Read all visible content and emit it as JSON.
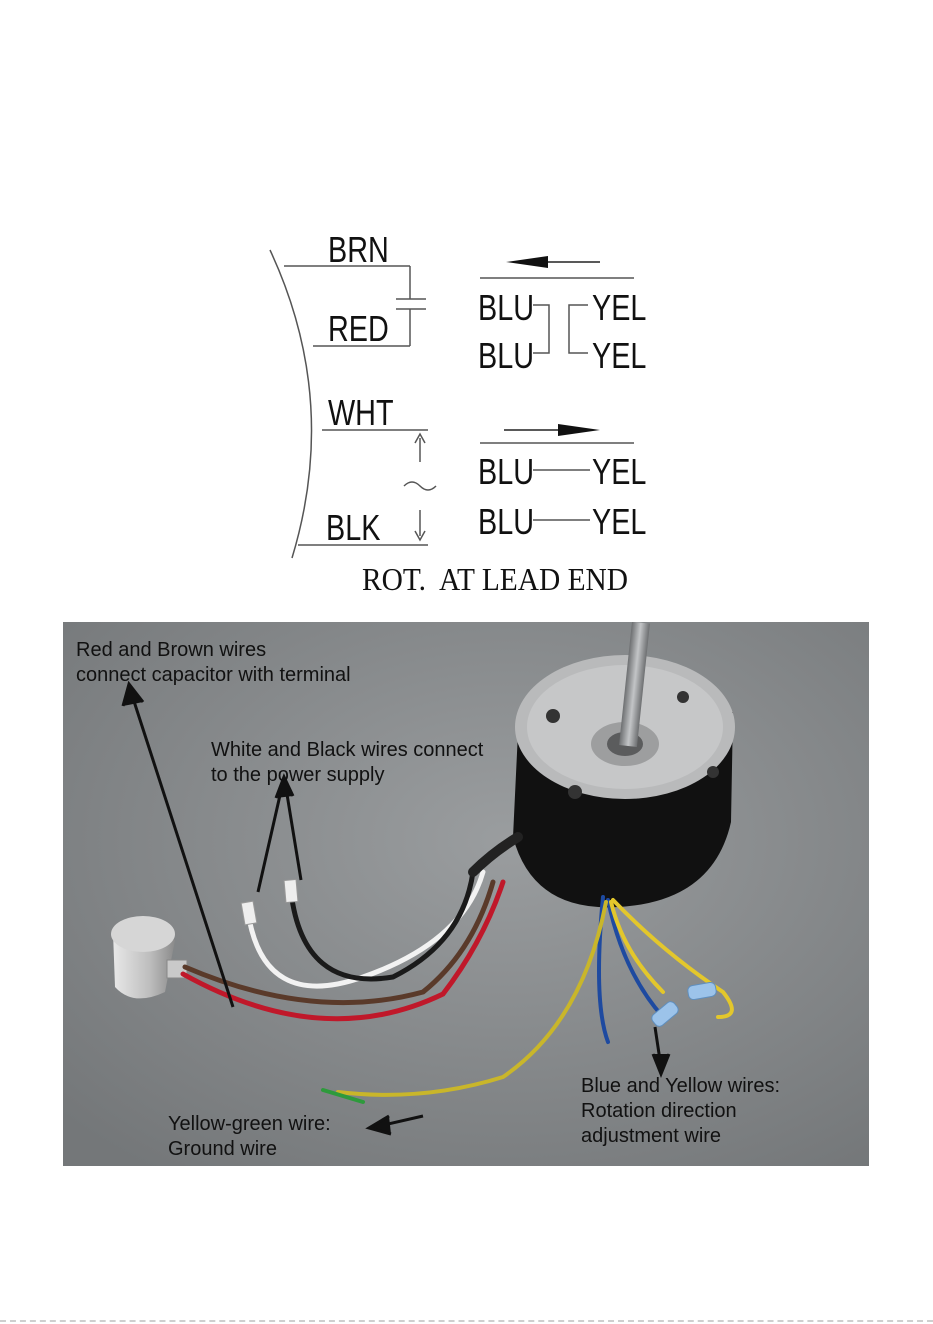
{
  "diagram": {
    "wires_left": [
      "BRN",
      "RED",
      "WHT",
      "BLK"
    ],
    "config_ccw": {
      "left": [
        "BLU",
        "BLU"
      ],
      "right": [
        "YEL",
        "YEL"
      ]
    },
    "config_cw": {
      "left": [
        "BLU",
        "BLU"
      ],
      "right": [
        "YEL",
        "YEL"
      ]
    },
    "caption": "ROT.  AT LEAD END"
  },
  "photo": {
    "annotations": [
      {
        "text": "Red and Brown wires\nconnect capacitor with terminal"
      },
      {
        "text": "White and Black wires connect\nto the power supply"
      },
      {
        "text": "Blue and Yellow wires:\nRotation direction\nadjustment wire"
      },
      {
        "text": "Yellow-green wire:\nGround wire"
      }
    ]
  },
  "colors": {
    "wire_red": "#c0182a",
    "wire_brown": "#5a3a2a",
    "wire_white": "#f2f2f2",
    "wire_black": "#1a1a1a",
    "wire_blue": "#1e4aa0",
    "wire_yellow": "#e3c72c",
    "wire_green": "#2e9a3c",
    "motor_body": "#111111",
    "motor_cap": "#b9babb",
    "floor": "#8b8e90"
  }
}
